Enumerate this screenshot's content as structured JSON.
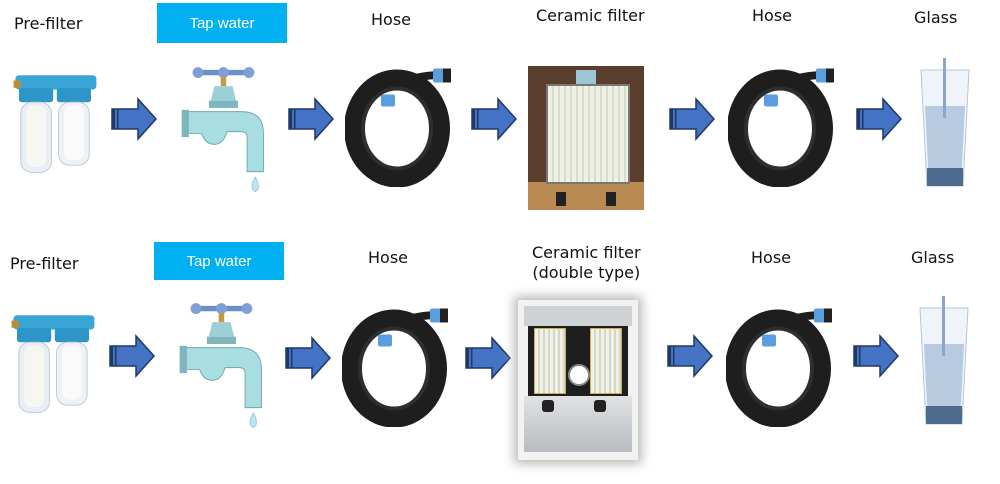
{
  "colors": {
    "arrow_fill": "#4472c4",
    "arrow_stroke": "#1f3864",
    "tap_label_bg": "#00b0f0",
    "tap_label_text": "#ffffff"
  },
  "rows": [
    {
      "stages": [
        {
          "label": "Pre-filter",
          "icon": "prefilter-icon"
        },
        {
          "label": "Tap water",
          "icon": "faucet-icon",
          "highlighted": true
        },
        {
          "label": "Hose",
          "icon": "hose-icon"
        },
        {
          "label": "Ceramic filter",
          "icon": "ceramic-filter-icon"
        },
        {
          "label": "Hose",
          "icon": "hose-icon"
        },
        {
          "label": "Glass",
          "icon": "glass-icon"
        }
      ]
    },
    {
      "stages": [
        {
          "label": "Pre-filter",
          "icon": "prefilter-icon"
        },
        {
          "label": "Tap water",
          "icon": "faucet-icon",
          "highlighted": true
        },
        {
          "label": "Hose",
          "icon": "hose-icon"
        },
        {
          "label": "Ceramic filter\n(double type)",
          "icon": "double-ceramic-filter-icon"
        },
        {
          "label": "Hose",
          "icon": "hose-icon"
        },
        {
          "label": "Glass",
          "icon": "glass-icon"
        }
      ]
    }
  ]
}
